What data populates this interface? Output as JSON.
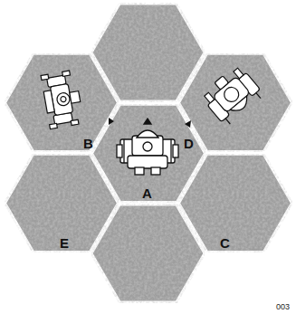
{
  "diagram": {
    "nodes": [
      {
        "text": [
          "B"
        ]
      },
      {
        "text": [
          "D"
        ]
      },
      {
        "text": [
          "A"
        ]
      },
      {
        "text": [
          "E"
        ]
      },
      {
        "text": [
          "C"
        ]
      }
    ],
    "labels": [
      "003"
    ]
  }
}
